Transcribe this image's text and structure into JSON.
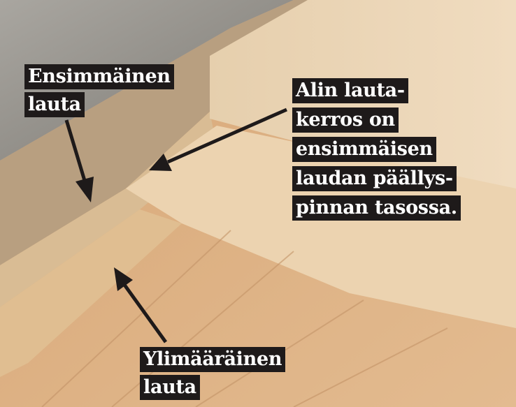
{
  "annotations": {
    "first_board": [
      "Ensimmäinen",
      "lauta"
    ],
    "bottom_layer": [
      "Alin lauta-",
      "kerros on",
      "ensimmäisen",
      "laudan päällys-",
      "pinnan tasossa."
    ],
    "extra_board": [
      "Ylimääräinen",
      "lauta"
    ]
  },
  "colors": {
    "label_bg": "#1e1a1a",
    "label_text": "#ffffff"
  }
}
